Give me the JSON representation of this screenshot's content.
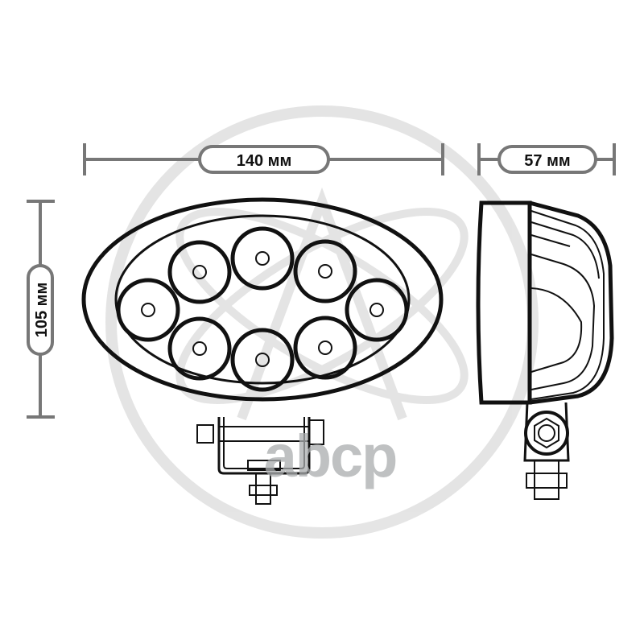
{
  "diagram": {
    "subject": "Oval LED work light, 8 LEDs, dimension drawing",
    "dimensions": {
      "width": {
        "label": "140 мм",
        "value": 140,
        "unit": "мм"
      },
      "depth": {
        "label": "57 мм",
        "value": 57,
        "unit": "мм"
      },
      "height": {
        "label": "105 мм",
        "value": 105,
        "unit": "мм"
      }
    },
    "views": {
      "front": {
        "led_count": 8,
        "shape": "oval"
      },
      "side": {
        "mount": "bracket with hex bolt"
      }
    },
    "watermark": {
      "text": "abcp",
      "color": "#a9acae"
    },
    "colors": {
      "line": "#111111",
      "dimension_line": "#777777",
      "watermark": "#e4e4e4",
      "background": "#ffffff"
    }
  }
}
